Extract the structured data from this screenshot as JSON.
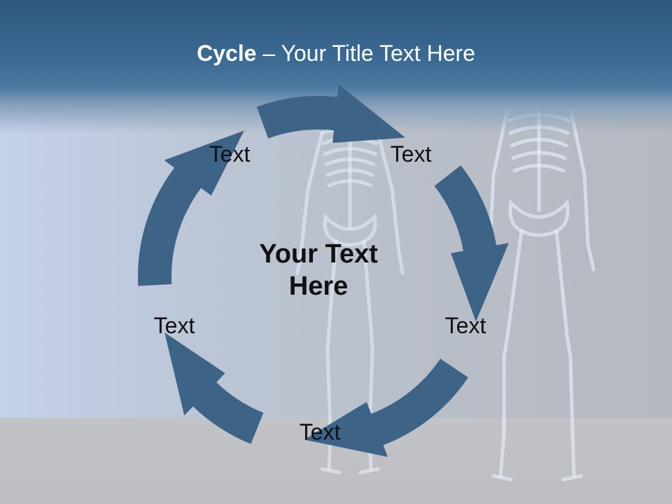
{
  "slide": {
    "title_bold": "Cycle",
    "title_rest": " – Your Title Text Here",
    "center_text": "Your Text Here",
    "nodes": [
      {
        "label": "Text"
      },
      {
        "label": "Text"
      },
      {
        "label": "Text"
      },
      {
        "label": "Text"
      },
      {
        "label": "Text"
      }
    ]
  },
  "colors": {
    "header": "#3b6a93",
    "arrow": "#3d6387",
    "text": "#111111",
    "title_text": "#ffffff"
  },
  "icons": {
    "background": "skeleton-illustration-icon",
    "arrows": "curved-arrow-icon"
  }
}
